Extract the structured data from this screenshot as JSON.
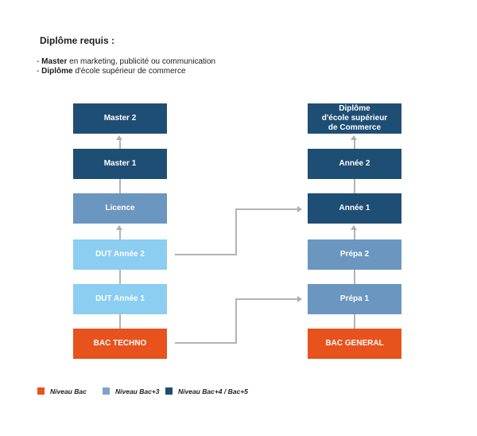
{
  "header": {
    "title": "Diplôme requis :",
    "bullets": [
      {
        "prefix": "- ",
        "bold": "Master",
        "rest": " en marketing, publicité ou communication"
      },
      {
        "prefix": "- ",
        "bold": "Diplôme",
        "rest": " d'école supérieur de commerce"
      }
    ]
  },
  "colors": {
    "dark_blue": "#1f4e74",
    "medium_blue": "#6b96bf",
    "light_blue": "#8ccdf2",
    "orange": "#e8521d",
    "connector_gray": "#b3b3b3",
    "text_dark": "#1d1d1b",
    "background": "#ffffff"
  },
  "diagram": {
    "columns": [
      {
        "id": "university-path",
        "boxes": [
          {
            "label": "Master 2",
            "level": "bac+4/bac+5"
          },
          {
            "label": "Master 1",
            "level": "bac+4/bac+5"
          },
          {
            "label": "Licence",
            "level": "bac+3"
          },
          {
            "label": "DUT Année 2",
            "level": "dut"
          },
          {
            "label": "DUT Année 1",
            "level": "dut"
          },
          {
            "label": "BAC TECHNO",
            "level": "bac"
          }
        ]
      },
      {
        "id": "business-school-path",
        "boxes": [
          {
            "label": "Diplôme\nd'école supérieur\nde Commerce",
            "level": "bac+4/bac+5"
          },
          {
            "label": "Année 2",
            "level": "bac+4/bac+5"
          },
          {
            "label": "Année 1",
            "level": "bac+4/bac+5"
          },
          {
            "label": "Prépa 2",
            "level": "bac+3"
          },
          {
            "label": "Prépa 1",
            "level": "bac+3"
          },
          {
            "label": "BAC GENERAL",
            "level": "bac"
          }
        ]
      }
    ],
    "cross_connectors": [
      {
        "from": "DUT Année 2",
        "to": "Année 1"
      },
      {
        "from": "BAC TECHNO",
        "to": "Prépa 1"
      }
    ]
  },
  "legend": {
    "items": [
      {
        "label": "Niveau Bac",
        "color": "#e8521d"
      },
      {
        "label": "Niveau Bac+3",
        "color": "#7ca5c8"
      },
      {
        "label": "Niveau Bac+4 / Bac+5",
        "color": "#1f4e74"
      }
    ]
  }
}
